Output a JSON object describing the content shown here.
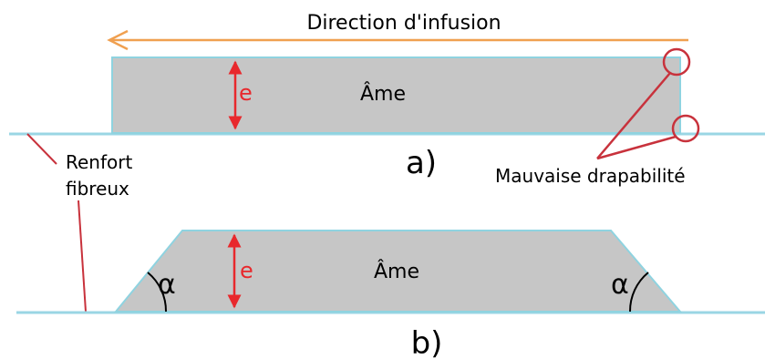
{
  "title": "Direction d'infusion",
  "panel_a": {
    "core_label": "Âme",
    "thickness_label": "e",
    "caption": "a)"
  },
  "panel_b": {
    "core_label": "Âme",
    "thickness_label": "e",
    "angle_left": "α",
    "angle_right": "α",
    "caption": "b)"
  },
  "annotations": {
    "reinforcement_line1": "Renfort",
    "reinforcement_line2": "fibreux",
    "defect": "Mauvaise drapabilité"
  },
  "colors": {
    "arrow": "#f0a050",
    "core_fill": "#c6c6c6",
    "core_edge": "#8fd3e0",
    "reinforcement": "#9ad6e4",
    "dimension": "#e8282c",
    "defect_marker": "#c8323c"
  }
}
